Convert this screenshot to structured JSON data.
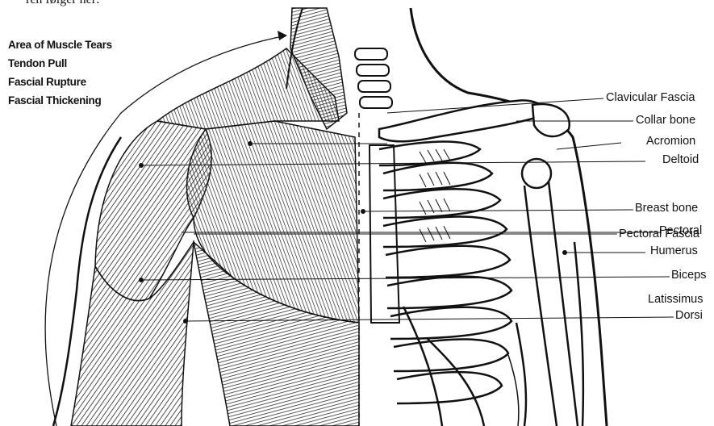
{
  "header_fragment": "ren følger her:",
  "legend": [
    "Area of Muscle Tears",
    "Tendon Pull",
    "Fascial Rupture",
    "Fascial Thickening"
  ],
  "labels": {
    "clavicular_fascia": "Clavicular Fascia",
    "collar_bone": "Collar bone",
    "acromion": "Acromion",
    "deltoid": "Deltoid",
    "breast_bone": "Breast bone",
    "pectoral": "Pectoral",
    "pectoral_fascia": "Pectoral Fascia",
    "humerus": "Humerus",
    "biceps": "Biceps",
    "latissimus_line1": "Latissimus",
    "latissimus_line2": "Dorsi"
  }
}
